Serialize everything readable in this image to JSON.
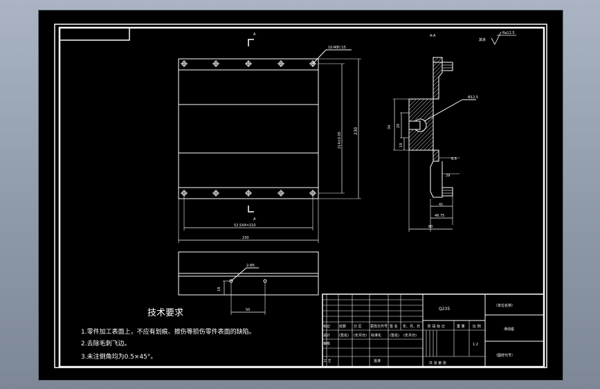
{
  "drawing": {
    "section_a_top": "A",
    "section_a_bottom": "A",
    "section_view_label": "A-A",
    "roughness_note": "其余",
    "roughness_value": "Ra12.5",
    "front_view": {
      "hole_note": "10-M8▽15",
      "dim_vertical_inner": "214±0.05",
      "dim_vertical_outer": "230",
      "dim_hole_spacing": "52.5X4=210",
      "dim_overall_width": "230"
    },
    "side_view": {
      "dim_diameter": "Φ12.5",
      "dim_left_1": "34",
      "dim_left_2": "20",
      "dim_left_3": "18",
      "dim_right_1": "6.5",
      "dim_right_2": "29",
      "dim_bottom_1": "41",
      "dim_bottom_2": "46.75",
      "dim_bottom_3": "80"
    },
    "bottom_view": {
      "hole_note": "2-Φ5",
      "dim_height": "18",
      "dim_spacing": "50"
    }
  },
  "tech_requirements": {
    "title": "技术要求",
    "items": [
      "1.零件加工表面上，不应有划痕、擦伤等损伤零件表面的缺陷。",
      "2.去除毛刺飞边。",
      "3.未注倒角均为0.5×45°。"
    ]
  },
  "title_block": {
    "material": "Q235",
    "company": "（单位名称）",
    "part_name": "滑动座",
    "drawing_number": "（图样代号）",
    "scale": "1:2",
    "headers": [
      "标记",
      "处数",
      "分 区",
      "更改文件号",
      "签 名",
      "年、月、日"
    ],
    "row_design": [
      "设计",
      "(签名)",
      "(年月日)",
      "标准化",
      "(签名)",
      "(年月日)"
    ],
    "stage_label": "阶 段 标 记",
    "weight_label": "重 量",
    "ratio_label": "比 例",
    "row_check": "审核",
    "row_process": "工 艺",
    "approve_label": "批准",
    "sheets": "共  张  第  张"
  }
}
